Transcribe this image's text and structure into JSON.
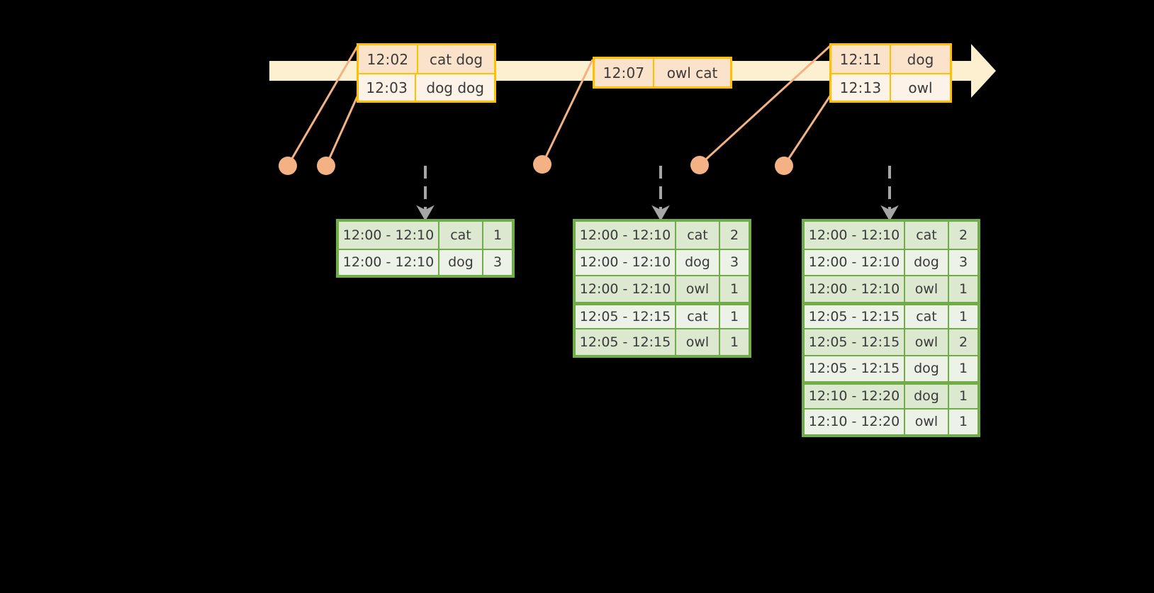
{
  "timeline": {
    "bar_color": "#FDF0D0",
    "accent_color": "#FFC000",
    "dot_color": "#F4B183",
    "arrow_label": "time-arrow",
    "events": [
      {
        "id": "group-1",
        "rows": [
          {
            "time": "12:02",
            "words": "cat dog"
          },
          {
            "time": "12:03",
            "words": "dog dog"
          }
        ]
      },
      {
        "id": "group-2",
        "rows": [
          {
            "time": "12:07",
            "words": "owl cat"
          }
        ]
      },
      {
        "id": "group-3",
        "rows": [
          {
            "time": "12:11",
            "words": "dog"
          },
          {
            "time": "12:13",
            "words": "owl"
          }
        ]
      }
    ]
  },
  "tables": [
    {
      "id": "table-1",
      "border_color": "#70AD47",
      "rows": [
        {
          "window": "12:00 - 12:10",
          "key": "cat",
          "count": "1",
          "group": 0
        },
        {
          "window": "12:00 - 12:10",
          "key": "dog",
          "count": "3",
          "group": 0
        }
      ]
    },
    {
      "id": "table-2",
      "border_color": "#70AD47",
      "rows": [
        {
          "window": "12:00 - 12:10",
          "key": "cat",
          "count": "2",
          "group": 0
        },
        {
          "window": "12:00 - 12:10",
          "key": "dog",
          "count": "3",
          "group": 0
        },
        {
          "window": "12:00 - 12:10",
          "key": "owl",
          "count": "1",
          "group": 0
        },
        {
          "window": "12:05 - 12:15",
          "key": "cat",
          "count": "1",
          "group": 1
        },
        {
          "window": "12:05 - 12:15",
          "key": "owl",
          "count": "1",
          "group": 1
        }
      ]
    },
    {
      "id": "table-3",
      "border_color": "#70AD47",
      "rows": [
        {
          "window": "12:00 - 12:10",
          "key": "cat",
          "count": "2",
          "group": 0
        },
        {
          "window": "12:00 - 12:10",
          "key": "dog",
          "count": "3",
          "group": 0
        },
        {
          "window": "12:00 - 12:10",
          "key": "owl",
          "count": "1",
          "group": 0
        },
        {
          "window": "12:05 - 12:15",
          "key": "cat",
          "count": "1",
          "group": 1
        },
        {
          "window": "12:05 - 12:15",
          "key": "owl",
          "count": "2",
          "group": 1
        },
        {
          "window": "12:05 - 12:15",
          "key": "dog",
          "count": "1",
          "group": 1
        },
        {
          "window": "12:10 - 12:20",
          "key": "dog",
          "count": "1",
          "group": 2
        },
        {
          "window": "12:10 - 12:20",
          "key": "owl",
          "count": "1",
          "group": 2
        }
      ]
    }
  ]
}
